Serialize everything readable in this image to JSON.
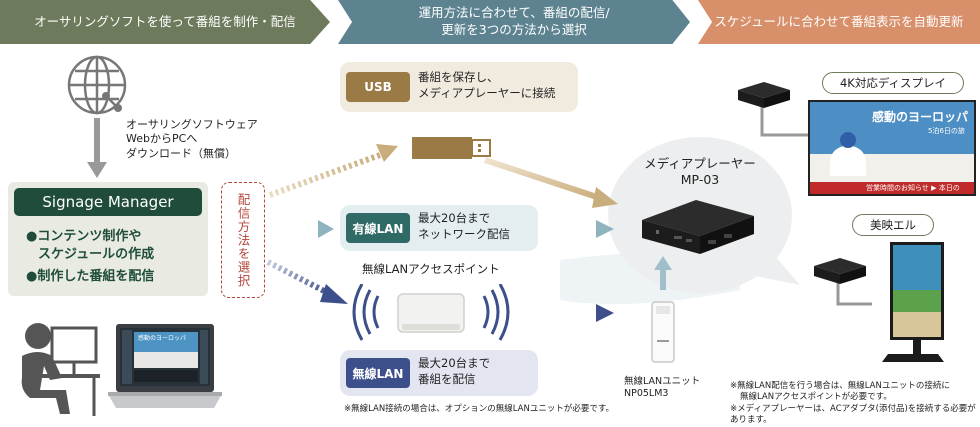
{
  "header": {
    "step1": "オーサリングソフトを使って番組を制作・配信",
    "step2_line1": "運用方法に合わせて、番組の配信/",
    "step2_line2": "更新を3つの方法から選択",
    "step3": "スケジュールに合わせて番組表示を自動更新"
  },
  "left": {
    "download_line1": "オーサリングソフトウェア",
    "download_line2": "WebからPCへ",
    "download_line3": "ダウンロード（無償）",
    "signage_title": "Signage Manager",
    "item1_line1": "●コンテンツ制作や",
    "item1_line2": "スケジュールの作成",
    "item2": "●制作した番組を配信",
    "laptop_screen_text": "感動のヨーロッパ"
  },
  "method_select": "配信方法を選択",
  "usb": {
    "tag": "USB",
    "line1": "番組を保存し、",
    "line2": "メディアプレーヤーに接続"
  },
  "wired": {
    "tag": "有線LAN",
    "line1": "最大20台まで",
    "line2": "ネットワーク配信"
  },
  "access_point": "無線LANアクセスポイント",
  "wireless": {
    "tag": "無線LAN",
    "line1": "最大20台まで",
    "line2": "番組を配信"
  },
  "wireless_note": "※無線LAN接続の場合は、オプションの無線LANユニットが必要です。",
  "player": {
    "line1": "メディアプレーヤー",
    "line2": "MP-03"
  },
  "wlan_unit": {
    "line1": "無線LANユニット",
    "line2": "NP05LM3"
  },
  "displays": {
    "display1_label": "4K対応ディスプレイ",
    "display1_title": "感動のヨーロッパ",
    "display1_sub": "5泊6日の旅",
    "display1_ticker": "営業時間のお知らせ ▶ 本日の",
    "display2_label": "美映エル"
  },
  "notes": {
    "line1": "※無線LAN配信を行う場合は、無線LANユニットの接続に",
    "line2": "無線LANアクセスポイントが必要です。",
    "line3": "※メディアプレーヤーは、ACアダプタ(添付品)を接続する必要があります。"
  },
  "colors": {
    "green": "#6e7a5c",
    "teal": "#5d8391",
    "orange": "#d8906b",
    "usb_tag": "#9a7a45",
    "wired_tag": "#2f6a66",
    "wireless_tag": "#3d4f8a"
  }
}
